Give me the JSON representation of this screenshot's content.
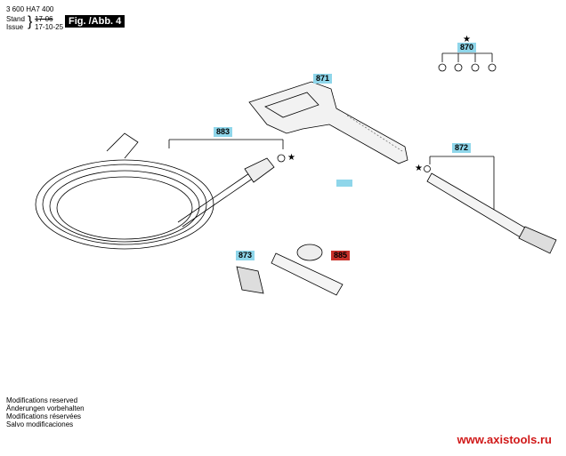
{
  "header": {
    "doc_number": "3 600 HA7 400",
    "stand_label": "Stand",
    "issue_label": "Issue",
    "old_date": "17-06",
    "issue_date": "17-10-25",
    "figure": "Fig. /Abb. 4"
  },
  "parts": [
    {
      "id": "870"
    },
    {
      "id": "871"
    },
    {
      "id": "883"
    },
    {
      "id": "872"
    },
    {
      "id": "873"
    },
    {
      "id": "885"
    }
  ],
  "markers": {
    "star": "★"
  },
  "footer": {
    "lines": [
      "Modifications reserved",
      "Änderungen vorbehalten",
      "Modifications réservées",
      "Salvo modificaciones"
    ],
    "url": "www.axistools.ru"
  },
  "colors": {
    "label": "#8fd6ea",
    "highlight": "#c8312a",
    "url": "#d01818"
  }
}
